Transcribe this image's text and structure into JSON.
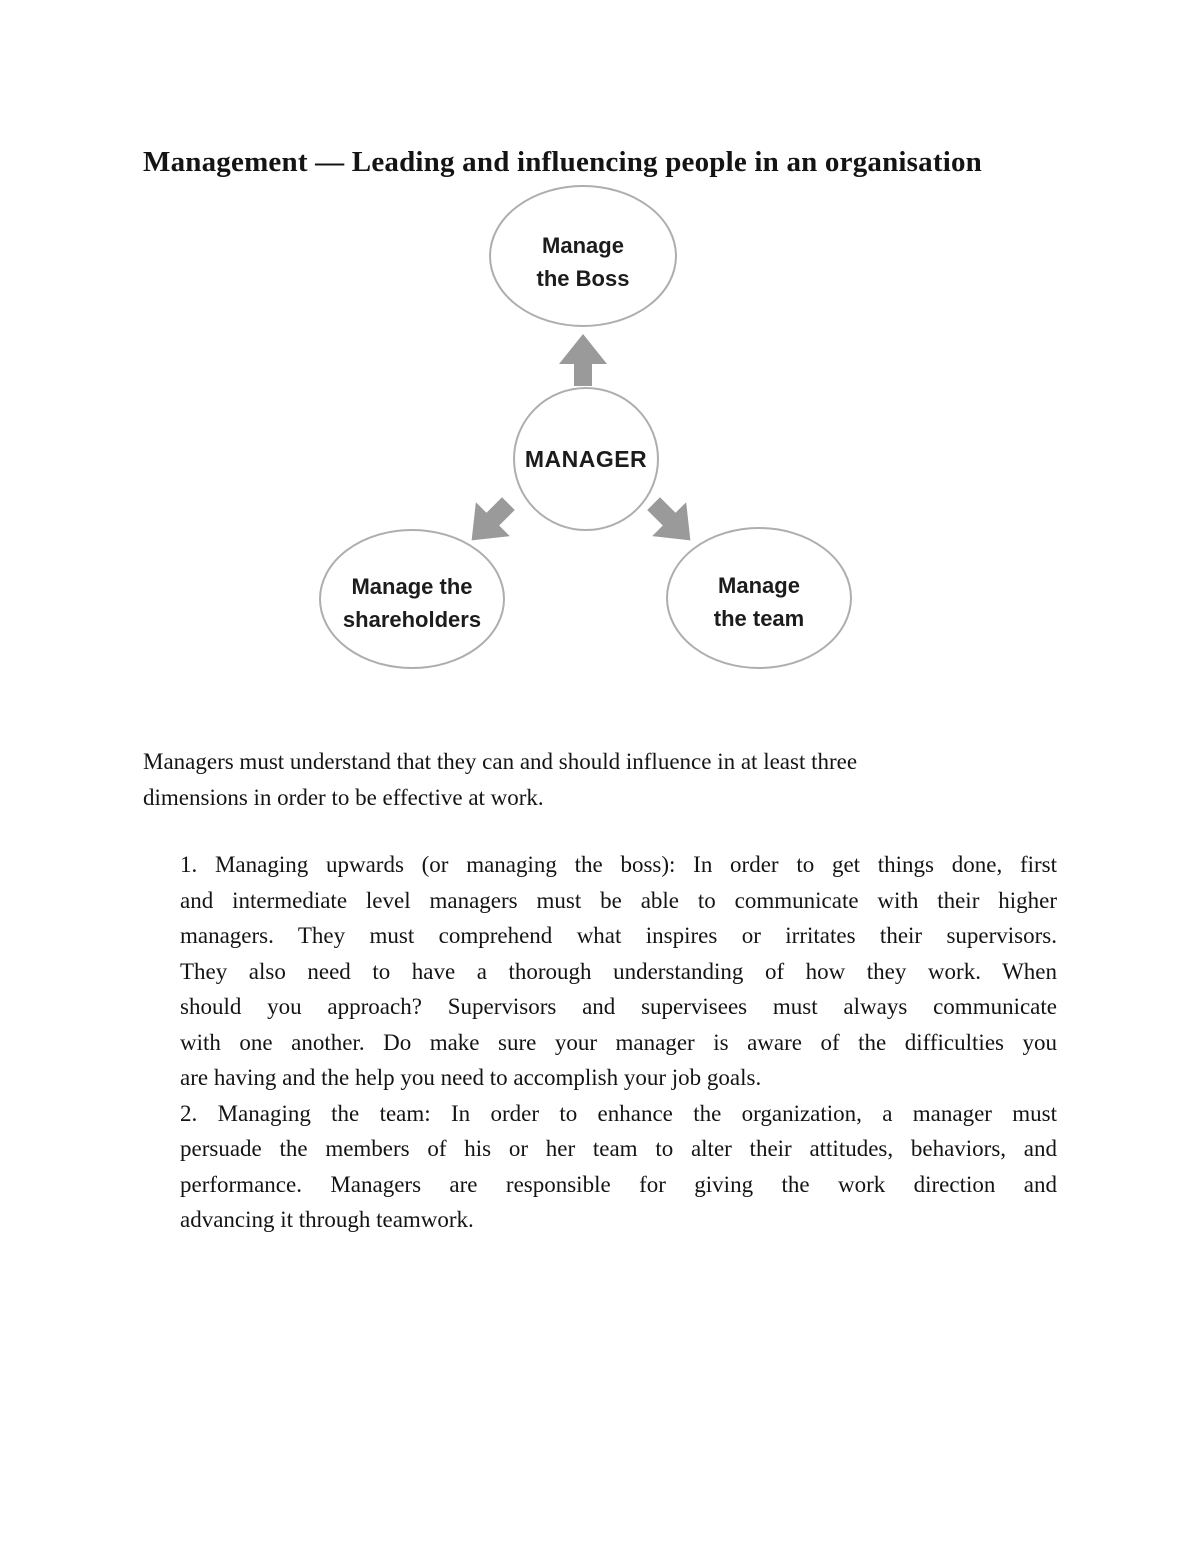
{
  "page": {
    "title": "Management — Leading and influencing people in an organisation"
  },
  "diagram": {
    "top_circle": {
      "line1": "Manage",
      "line2": "the Boss"
    },
    "center_circle": {
      "label": "MANAGER"
    },
    "left_circle": {
      "line1": "Manage the",
      "line2": "shareholders"
    },
    "right_circle": {
      "line1": "Manage",
      "line2": "the team"
    },
    "colors": {
      "circle_stroke": "#aeaeae",
      "arrow_fill": "#9a9a9a",
      "label_color": "#1c1c1c",
      "background": "#ffffff"
    }
  },
  "body": {
    "paragraph1": {
      "lines": [
        "Managers must understand that they can and should influence in at least three",
        "dimensions in order to be effective at work."
      ]
    },
    "item1": {
      "lines": [
        "1. Managing upwards (or managing the boss): In order to get things done, first",
        "and intermediate level managers must be able to communicate with their higher",
        "managers. They must comprehend what inspires or irritates their supervisors.",
        "They also need to have a thorough understanding of how they work. When",
        "should you approach? Supervisors and supervisees must always communicate",
        "with one another. Do make sure your manager is aware of the difficulties you",
        "are having and the help you need to accomplish your job goals."
      ]
    },
    "item2": {
      "lines": [
        "2. Managing the team: In order to enhance the organization, a manager must",
        "persuade the members of his or her team to alter their attitudes, behaviors, and",
        "performance. Managers are responsible for giving the work direction and",
        "advancing it through teamwork."
      ]
    }
  }
}
